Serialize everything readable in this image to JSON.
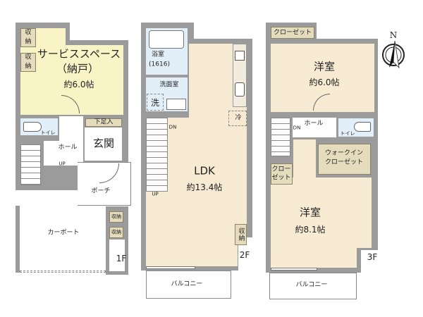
{
  "floor1": {
    "label": "1F",
    "service_space": {
      "name": "サービススペース",
      "sub": "（納戸）",
      "size": "約6.0帖"
    },
    "storage_labels": [
      "収",
      "納"
    ],
    "toilet": "トイレ",
    "shoe_storage": "下足入",
    "entrance": "玄関",
    "hall": "ホール",
    "stairs_up": "UP",
    "porch": "ポーチ",
    "carport": "カーポート",
    "small_storage": "収納"
  },
  "floor2": {
    "label": "2F",
    "bath": {
      "name": "浴室",
      "sub": "(1616)"
    },
    "washroom": "洗面室",
    "washer": "洗",
    "fridge": "冷",
    "stairs_dn": "DN",
    "stairs_up": "UP",
    "ldk": {
      "name": "LDK",
      "size": "約13.4帖"
    },
    "storage": "収納",
    "balcony": "バルコニー"
  },
  "floor3": {
    "label": "3F",
    "closet_top": "クローゼット",
    "room_upper": {
      "name": "洋室",
      "size": "約6.0帖"
    },
    "hall": "ホール",
    "stairs_dn": "DN",
    "toilet": "トイレ",
    "walk_in_closet": [
      "ウォークイン",
      "クローゼット"
    ],
    "closet_left": [
      "クロー",
      "ゼット"
    ],
    "room_lower": {
      "name": "洋室",
      "size": "約8.1帖"
    },
    "balcony": "バルコニー"
  },
  "compass": {
    "north_label": "N",
    "icon": "north-arrow-icon"
  },
  "colors": {
    "wall": "#9b9b9b",
    "service_space": "#f8f4c6",
    "ldk": "#f6ead2",
    "wet_area": "#e2eff9",
    "storage": "#e5dbbd"
  }
}
